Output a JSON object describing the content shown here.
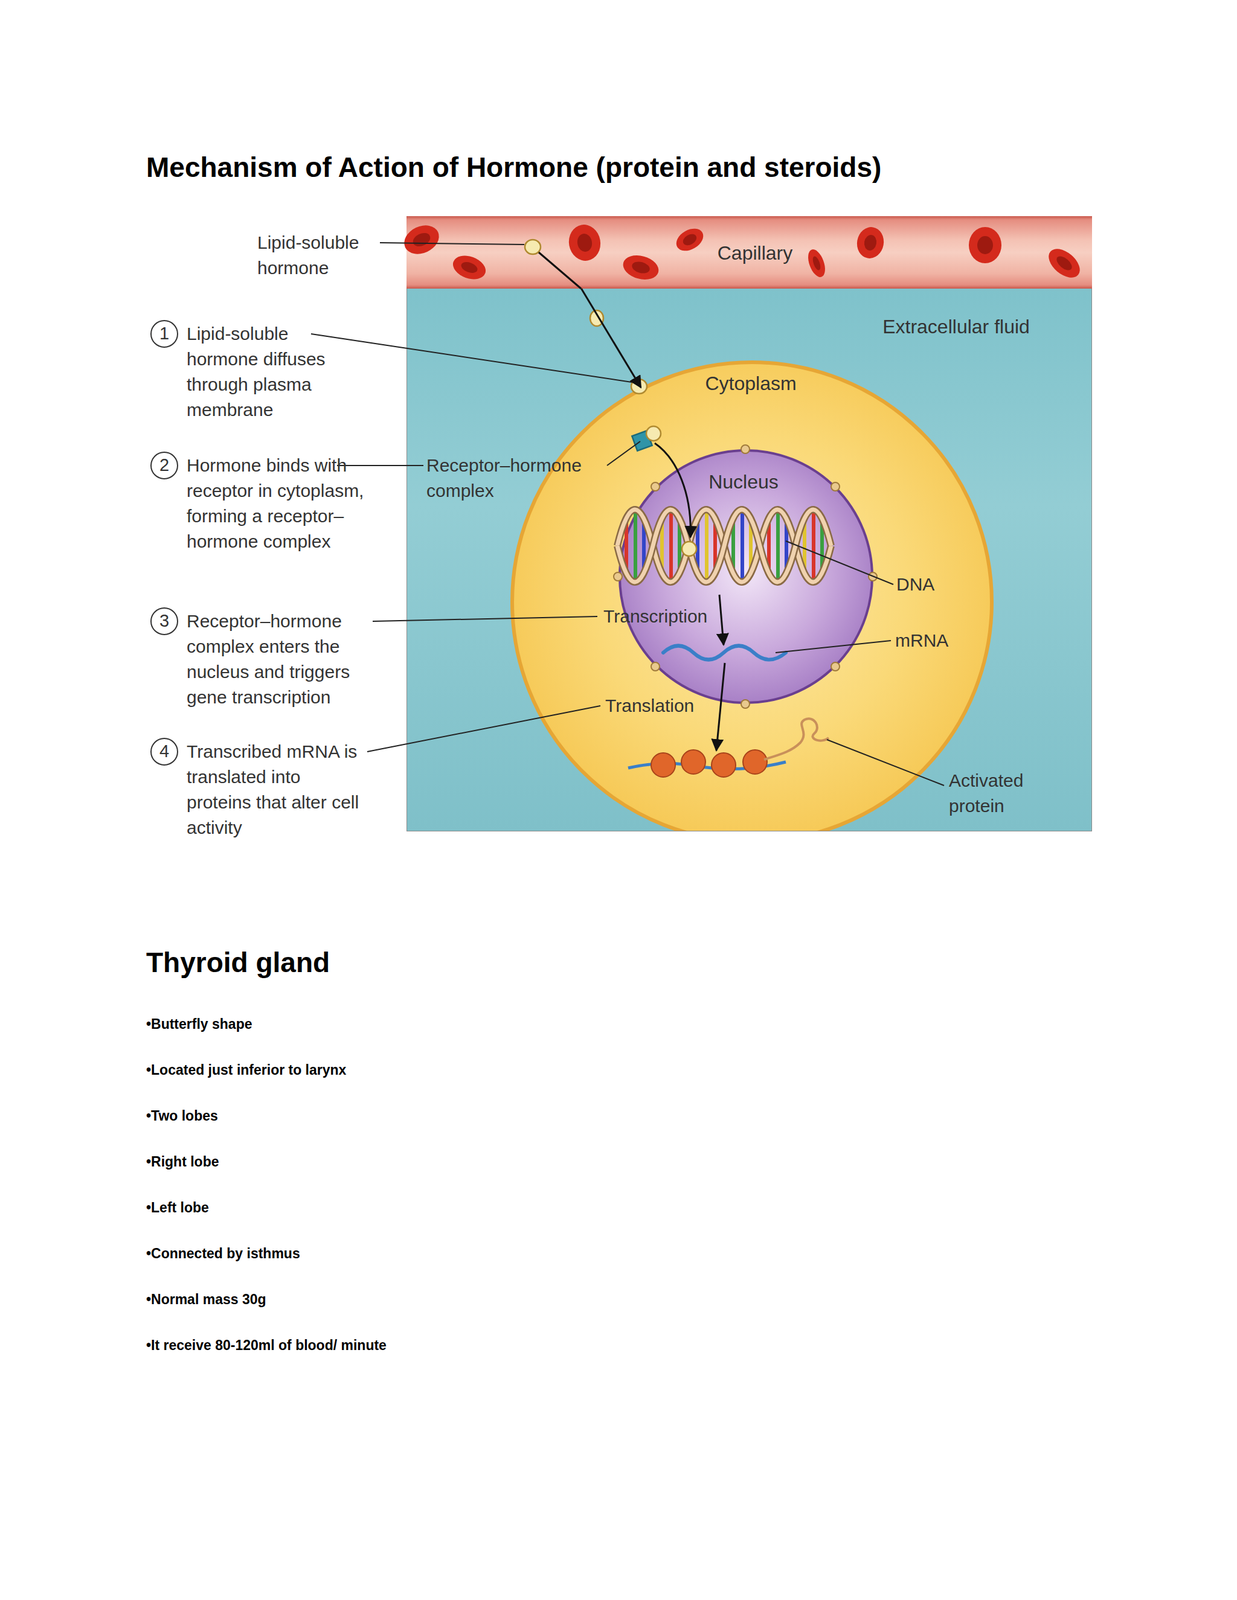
{
  "diagram": {
    "title": "Mechanism of Action of Hormone (protein and steroids)",
    "nodes": [
      {
        "text": [
          "Capillary"
        ]
      },
      {
        "text": [
          "Extracellular fluid"
        ]
      },
      {
        "text": [
          "Cytoplasm"
        ],
        "in": 1
      },
      {
        "text": [
          "Nucleus"
        ],
        "in": 2
      }
    ],
    "edges": [
      {
        "from": 0,
        "to": 2,
        "arrow": "to"
      }
    ],
    "labels": [
      "Lipid-soluble hormone",
      "1",
      "Lipid-soluble hormone diffuses through plasma membrane",
      "2",
      "Hormone binds with receptor in cytoplasm, forming a receptor–hormone complex",
      "3",
      "Receptor–hormone complex enters the nucleus and triggers gene transcription",
      "4",
      "Transcribed mRNA is translated into proteins that alter cell activity",
      "Receptor–hormone complex",
      "Transcription",
      "DNA",
      "mRNA",
      "Translation",
      "Activated protein",
      "Thyroid gland",
      "•Butterfly shape",
      "•Located just inferior to larynx",
      "•Two lobes",
      "•Right lobe",
      "•Left lobe",
      "•Connected by isthmus",
      "•Normal mass 30g",
      "•It receive 80-120ml of blood/ minute"
    ]
  }
}
